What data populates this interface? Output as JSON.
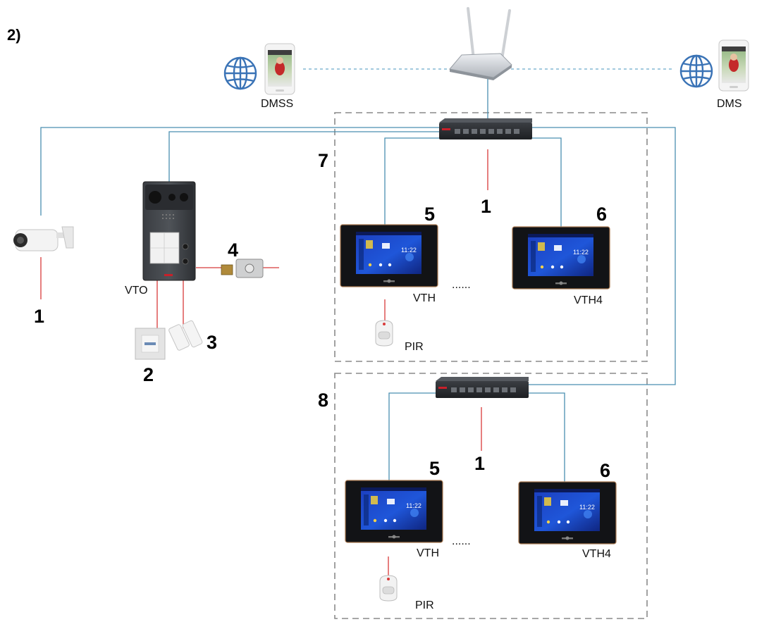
{
  "diagram": {
    "heading": "2)",
    "phone_labels": {
      "left": "DMSS",
      "right": "DMS"
    },
    "device_labels": {
      "door_station": "VTO",
      "monitor": "VTH",
      "monitor_last": "VTH4",
      "motion_detector": "PIR",
      "ellipsis": "......"
    },
    "numbers": {
      "camera": "1",
      "exit_button": "2",
      "door_sensor": "3",
      "lock": "4",
      "monitor": "5",
      "monitor_last": "6",
      "group_top": "7",
      "group_bottom": "8",
      "switch": "1"
    },
    "monitor_screen": {
      "time": "11:22"
    },
    "colors": {
      "network_line": "#4a8fb0",
      "signal_line": "#d83a3a",
      "internet_link": "#6aa9c9",
      "group_border": "#8a8a8a"
    },
    "icons": [
      "globe-icon",
      "smartphone-icon",
      "wifi-router-icon",
      "network-switch-icon",
      "ip-camera-icon",
      "door-station-icon",
      "exit-button-icon",
      "door-sensor-icon",
      "electric-lock-icon",
      "indoor-monitor-icon",
      "pir-sensor-icon"
    ]
  }
}
